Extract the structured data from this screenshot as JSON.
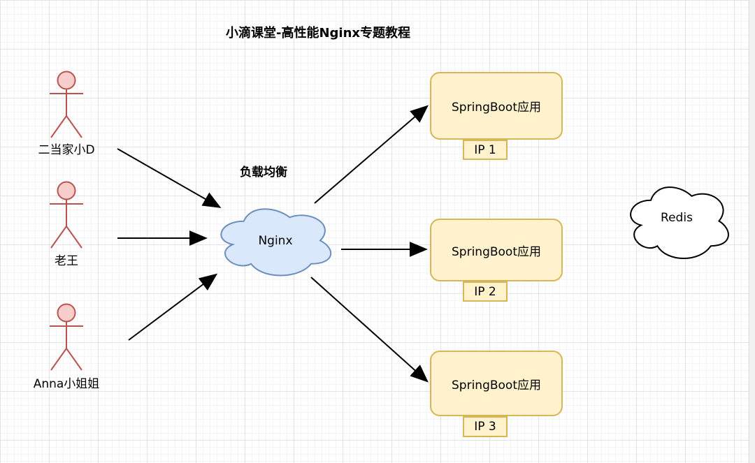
{
  "title": "小滴课堂-高性能Nginx专题教程",
  "diagram": {
    "users": [
      {
        "label": "二当家小D"
      },
      {
        "label": "老王"
      },
      {
        "label": "Anna小姐姐"
      }
    ],
    "load_balancer": {
      "caption": "负载均衡",
      "label": "Nginx"
    },
    "servers": [
      {
        "label": "SpringBoot应用",
        "ip": "IP 1"
      },
      {
        "label": "SpringBoot应用",
        "ip": "IP 2"
      },
      {
        "label": "SpringBoot应用",
        "ip": "IP 3"
      }
    ],
    "cache": {
      "label": "Redis"
    },
    "icons": {
      "user": "actor-stick-figure-icon",
      "nginx": "cloud-shape-icon",
      "redis": "cloud-shape-icon",
      "connector": "arrow-icon"
    }
  },
  "colors": {
    "server_fill": "#FFF2CC",
    "server_border": "#D6B656",
    "nginx_cloud_fill": "#DAE8FC",
    "nginx_cloud_border": "#6C8EBF",
    "actor_stroke": "#B85450",
    "actor_head_fill": "#F8CECC",
    "redis_cloud_fill": "#FFFFFF",
    "redis_cloud_border": "#000000",
    "arrow": "#000000"
  }
}
